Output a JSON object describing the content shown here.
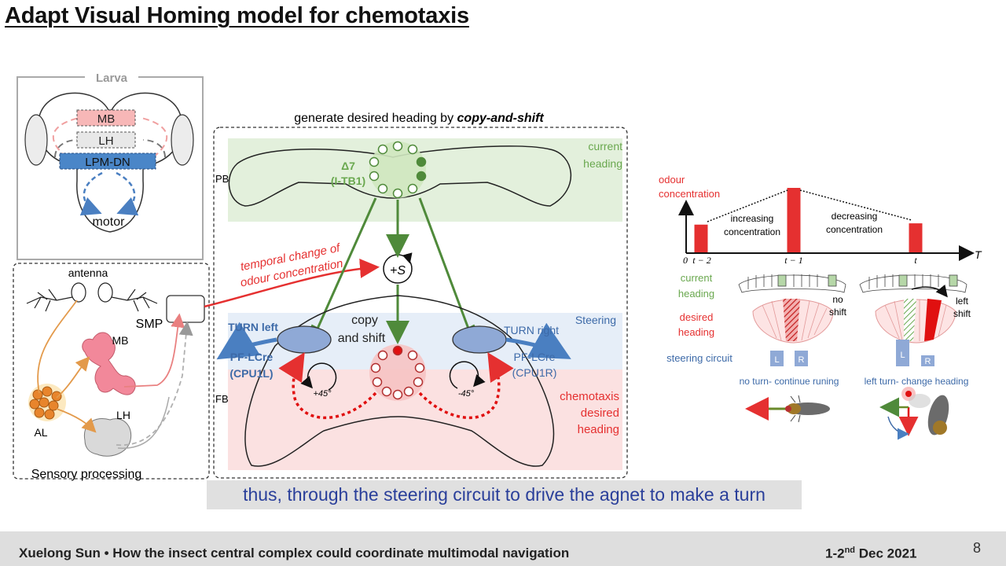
{
  "slide": {
    "title": "Adapt Visual Homing model for chemotaxis",
    "caption": "thus, through the steering circuit to drive the agnet to make a turn"
  },
  "footer": {
    "left": "Xuelong Sun • How the insect central complex could coordinate multimodal navigation",
    "date_prefix": "1-2",
    "date_sup": "nd",
    "date_suffix": " Dec 2021",
    "page_number": "8"
  },
  "larva": {
    "title": "Larva",
    "labels": {
      "mb": "MB",
      "lh": "LH",
      "lpm": "LPM-DN",
      "motor": "motor"
    }
  },
  "sensory": {
    "labels": {
      "antenna": "antenna",
      "smp": "SMP",
      "mb": "MB",
      "al": "AL",
      "lh": "LH",
      "footer": "Sensory processing"
    }
  },
  "center": {
    "title_prefix": "generate desired heading by ",
    "title_emph": "copy-and-shift",
    "pb": "PB",
    "fb": "FB",
    "delta7": "Δ7",
    "itb1": "(I-TB1)",
    "current_heading": [
      "current",
      "heading"
    ],
    "temporal_change": [
      "temporal change of",
      "odour concentration"
    ],
    "plus_s": "+S",
    "copy_shift": [
      "copy",
      "and shift"
    ],
    "turn_left": "TURN left",
    "turn_right": "TURN right",
    "steering": "Steering",
    "pf_left": [
      "PF-LCre",
      "(CPU1L)"
    ],
    "pf_right": [
      "PF-LCre",
      "(CPU1R)"
    ],
    "plus45": "+45°",
    "minus45": "-45°",
    "chemotaxis": [
      "chemotaxis",
      "desired",
      "heading"
    ]
  },
  "right_panel": {
    "odour_label": [
      "odour",
      "concentration"
    ],
    "increasing": [
      "increasing",
      "concentration"
    ],
    "decreasing": [
      "decreasing",
      "concentration"
    ],
    "axis_T": "T",
    "ticks": [
      "0",
      "t − 2",
      "t − 1",
      "t"
    ],
    "current_heading": [
      "current",
      "heading"
    ],
    "desired_heading": [
      "desired",
      "heading"
    ],
    "steering_circuit": "steering circuit",
    "no_shift": [
      "no",
      "shift"
    ],
    "left_shift": [
      "left",
      "shift"
    ],
    "L": "L",
    "R": "R",
    "no_turn": "no turn- continue runing",
    "left_turn": "left turn- change heading"
  },
  "chart_data": {
    "type": "bar",
    "categories": [
      "t − 2",
      "t − 1",
      "t"
    ],
    "values": [
      0.43,
      1.0,
      0.45
    ],
    "ylim": [
      0,
      1.2
    ]
  },
  "colors": {
    "green": "#6aa84f",
    "red": "#e53030",
    "blue": "#4a7fc1",
    "green_band": "#e3f0dc",
    "blue_band": "#e6eef8",
    "red_band": "#fbe1e1",
    "caption_text": "#2a3f9a"
  }
}
